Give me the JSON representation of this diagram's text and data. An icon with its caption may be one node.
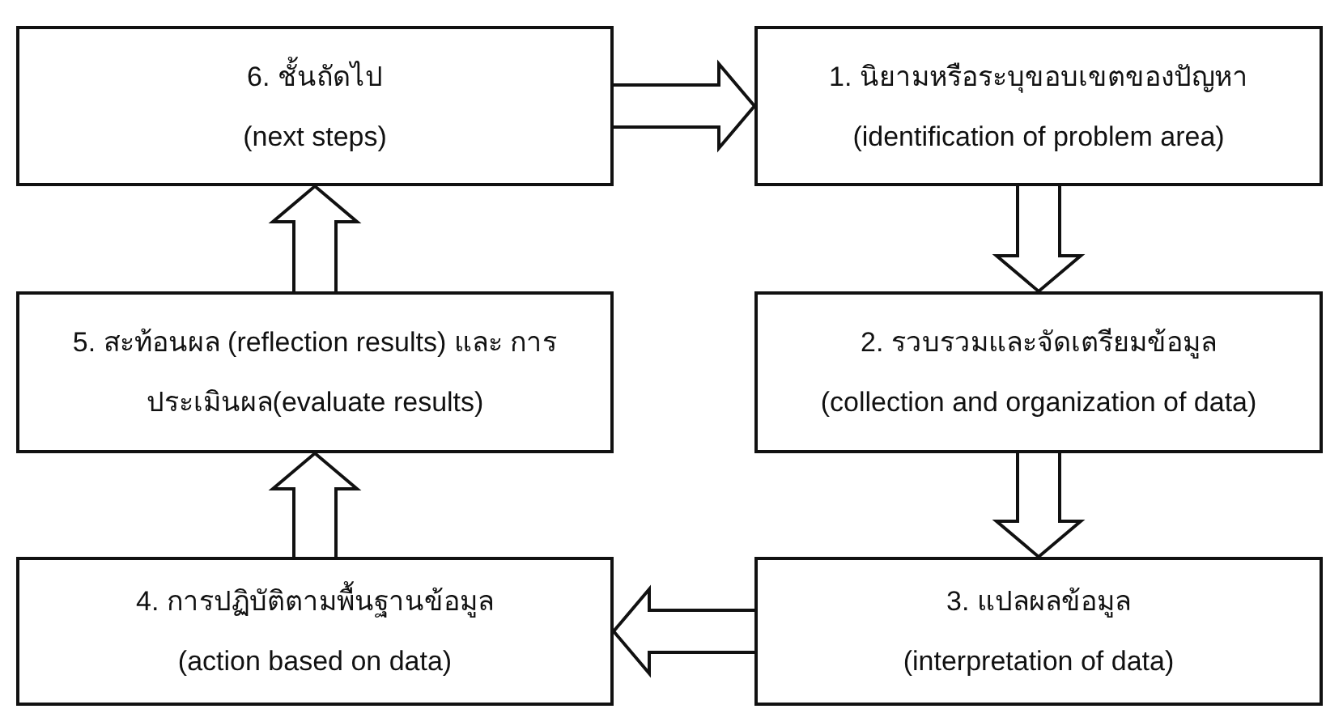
{
  "diagram": {
    "nodes": [
      {
        "text": [
          "6. ชั้นถัดไป",
          "(next steps)"
        ]
      },
      {
        "text": [
          "1. นิยามหรือระบุขอบเขตของปัญหา",
          "(identification of problem area)"
        ]
      },
      {
        "text": [
          "5. สะท้อนผล (reflection results) และ การประเมินผล(evaluate results)"
        ]
      },
      {
        "text": [
          "2. รวบรวมและจัดเตรียมข้อมูล",
          "(collection and organization of data)"
        ]
      },
      {
        "text": [
          "4. การปฏิบัติตามพื้นฐานข้อมูล",
          "(action based on data)"
        ]
      },
      {
        "text": [
          "3. แปลผลข้อมูล",
          "(interpretation of data)"
        ]
      }
    ],
    "edges": [
      {
        "from": 0,
        "to": 1,
        "arrow": "to"
      },
      {
        "from": 1,
        "to": 3,
        "arrow": "to"
      },
      {
        "from": 3,
        "to": 5,
        "arrow": "to"
      },
      {
        "from": 5,
        "to": 4,
        "arrow": "to"
      },
      {
        "from": 4,
        "to": 2,
        "arrow": "to"
      },
      {
        "from": 2,
        "to": 0,
        "arrow": "to"
      }
    ]
  }
}
